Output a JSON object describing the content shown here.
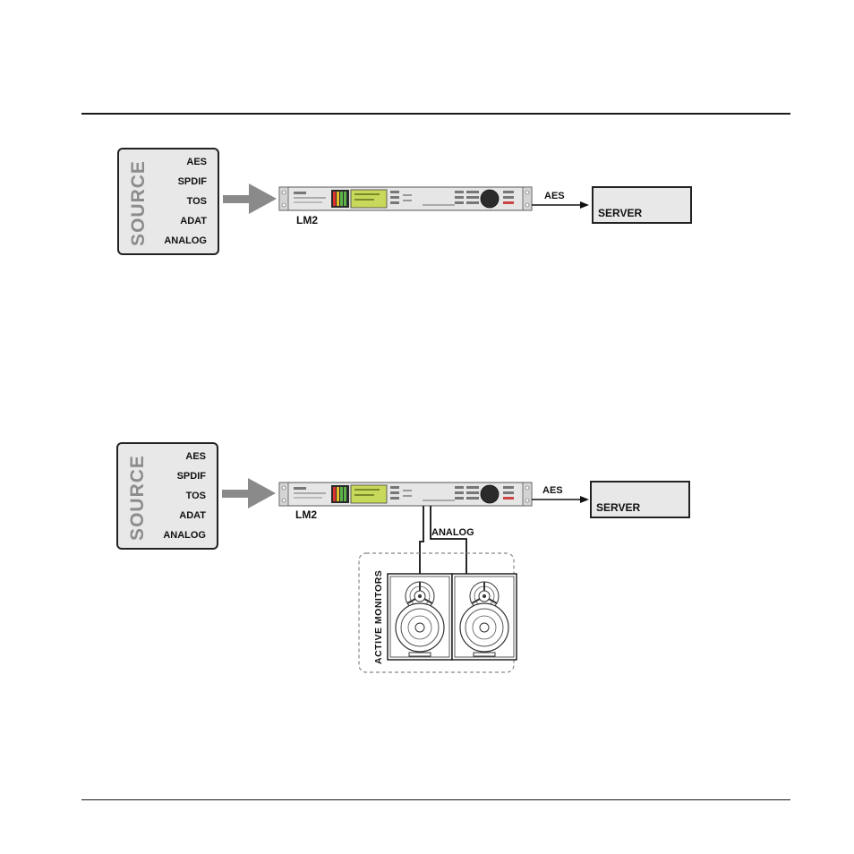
{
  "diagram1": {
    "source_title": "SOURCE",
    "source_inputs": [
      "AES",
      "SPDIF",
      "TOS",
      "ADAT",
      "ANALOG"
    ],
    "device_label": "LM2",
    "output_label": "AES",
    "server_label": "SERVER"
  },
  "diagram2": {
    "source_title": "SOURCE",
    "source_inputs": [
      "AES",
      "SPDIF",
      "TOS",
      "ADAT",
      "ANALOG"
    ],
    "device_label": "LM2",
    "output_label": "AES",
    "server_label": "SERVER",
    "analog_label": "ANALOG",
    "monitors_label": "ACTIVE MONITORS"
  },
  "colors": {
    "rule": "#1a1a1a",
    "box_fill": "#e8e8e8",
    "source_text": "#8c8c8c",
    "arrow_gray": "#8a8a8a",
    "lcd": "#c8d85a"
  }
}
